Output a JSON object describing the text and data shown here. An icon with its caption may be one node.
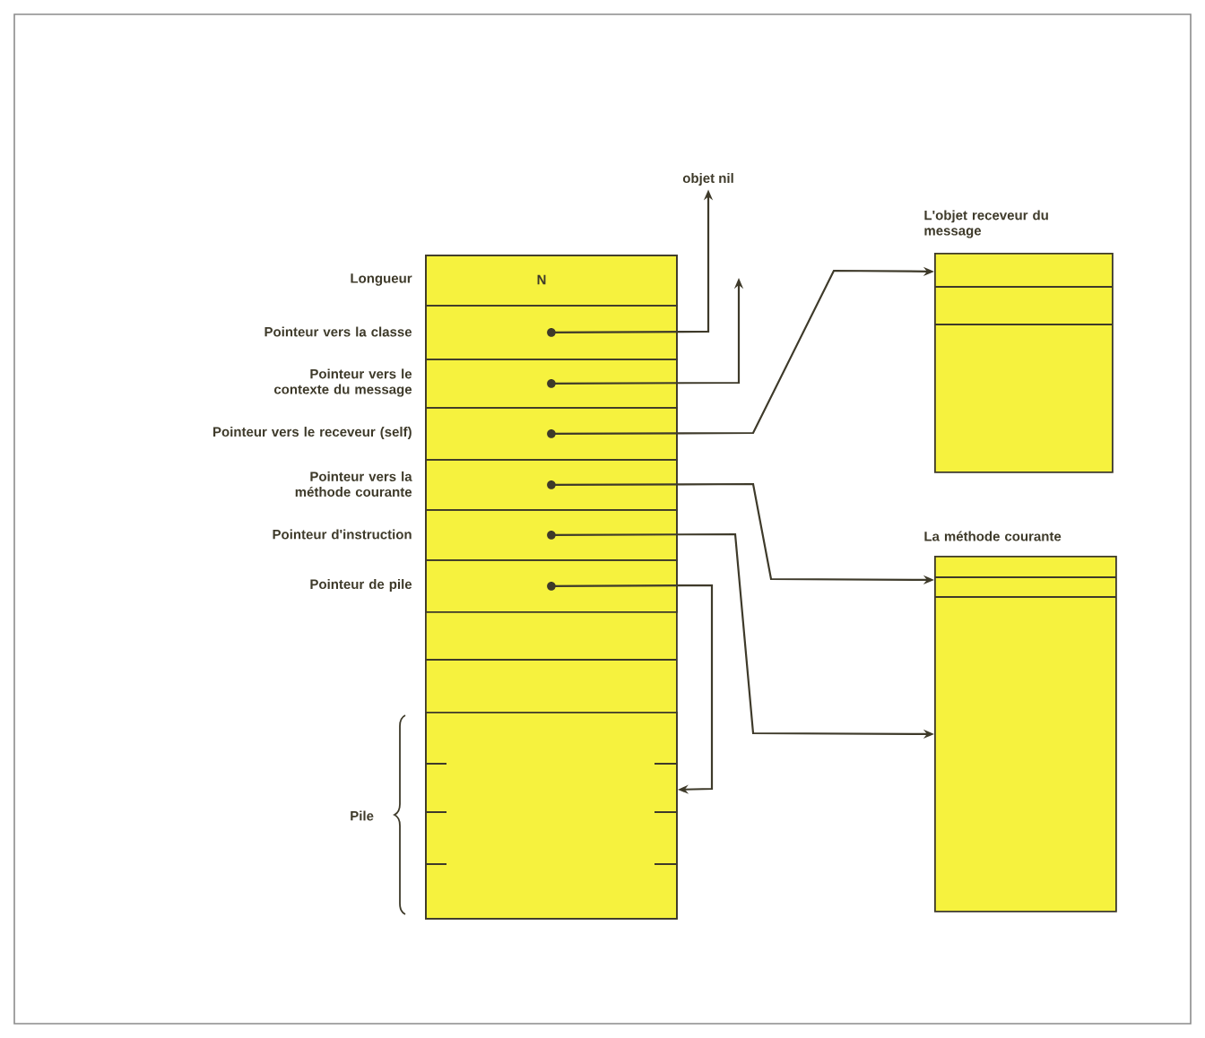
{
  "diagram": {
    "nodes": [
      {
        "text": [],
        "shape": "box"
      },
      {
        "text": [
          "Longueur",
          "N"
        ],
        "in": 0
      },
      {
        "text": [
          "Pointeur vers la classe"
        ],
        "in": 0
      },
      {
        "text": [
          "Pointeur vers le contexte du message"
        ],
        "in": 0
      },
      {
        "text": [
          "Pointeur vers le receveur (self)"
        ],
        "in": 0
      },
      {
        "text": [
          "Pointeur vers la méthode courante"
        ],
        "in": 0
      },
      {
        "text": [
          "Pointeur d'instruction"
        ],
        "in": 0
      },
      {
        "text": [
          "Pointeur de pile"
        ],
        "in": 0
      },
      {
        "text": [
          "Pile"
        ],
        "in": 0
      },
      {
        "text": [
          "objet nil"
        ]
      },
      {
        "text": [
          "L'objet receveur du message"
        ]
      },
      {
        "text": [
          "La méthode courante"
        ]
      }
    ],
    "edges": [
      {
        "from": 2,
        "to": 9,
        "arrow": "to"
      },
      {
        "from": 3,
        "to": null,
        "arrow": "to"
      },
      {
        "from": 4,
        "to": 10,
        "arrow": "to"
      },
      {
        "from": 5,
        "to": 11,
        "arrow": "to"
      },
      {
        "from": 6,
        "to": 11,
        "arrow": "to"
      },
      {
        "from": 7,
        "to": 8,
        "arrow": "to"
      }
    ]
  }
}
